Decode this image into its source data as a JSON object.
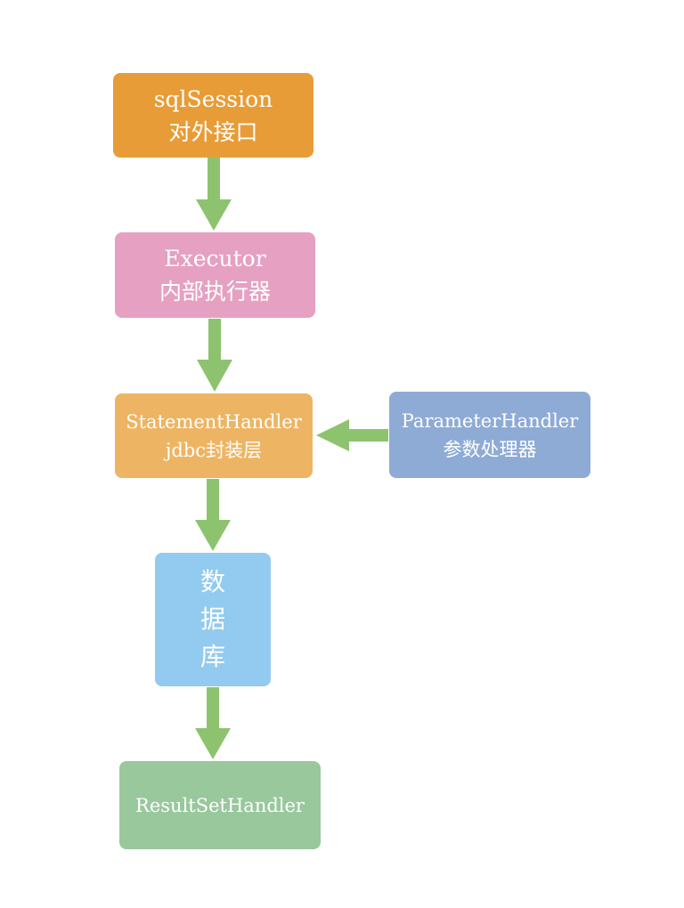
{
  "colors": {
    "arrow": "#8dc36e",
    "sqlsession": "#e89c37",
    "executor": "#e5a0c2",
    "statement_handler": "#edb563",
    "parameter_handler": "#8eabd6",
    "database": "#92cbef",
    "resultset_handler": "#98c89c"
  },
  "nodes": {
    "sqlsession": {
      "line1": "sqlSession",
      "line2": "对外接口"
    },
    "executor": {
      "line1": "Executor",
      "line2": "内部执行器"
    },
    "statement_handler": {
      "line1": "StatementHandler",
      "line2": "jdbc封装层"
    },
    "parameter_handler": {
      "line1": "ParameterHandler",
      "line2": "参数处理器"
    },
    "database": {
      "line1": "数",
      "line2": "据",
      "line3": "库"
    },
    "resultset_handler": {
      "line1": "ResultSetHandler"
    }
  }
}
